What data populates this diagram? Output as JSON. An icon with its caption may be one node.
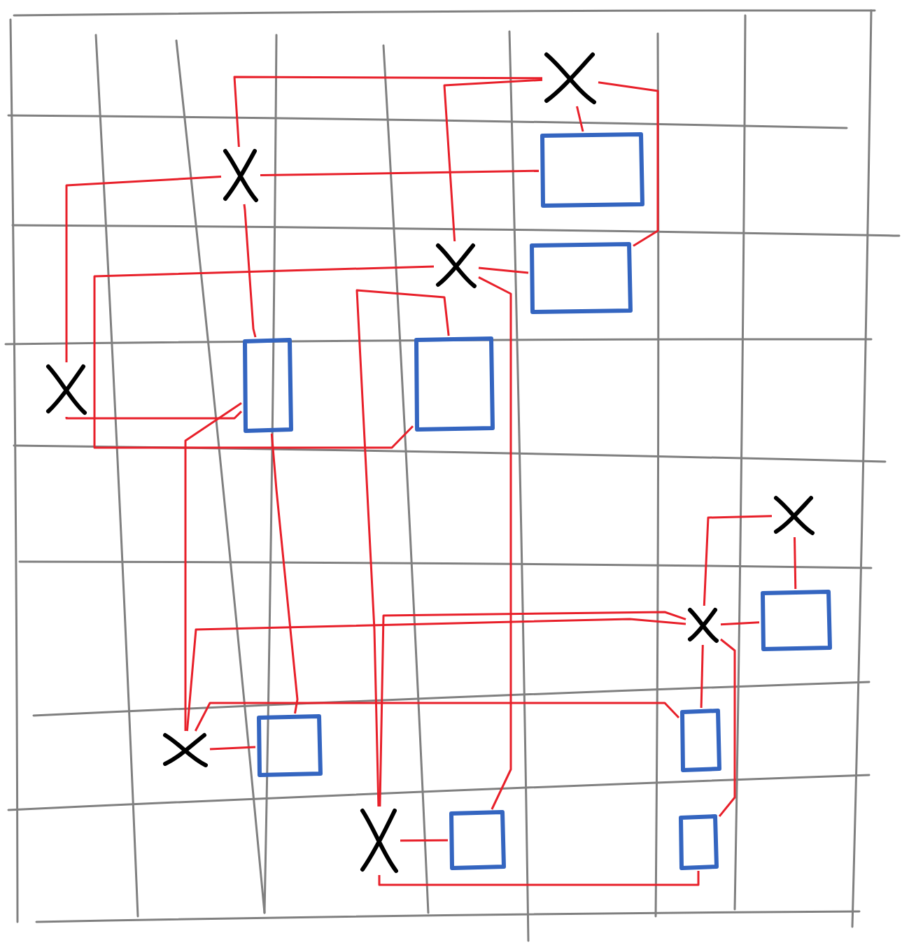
{
  "diagram": {
    "nodes": [
      {
        "text": [],
        "shape": "cross"
      },
      {
        "text": [],
        "shape": "box"
      },
      {
        "text": [],
        "shape": "cross"
      },
      {
        "text": [],
        "shape": "box"
      },
      {
        "text": [],
        "shape": "cross"
      },
      {
        "text": [],
        "shape": "box"
      },
      {
        "text": [],
        "shape": "box"
      },
      {
        "text": [],
        "shape": "cross"
      },
      {
        "text": [],
        "shape": "cross"
      },
      {
        "text": [],
        "shape": "box"
      },
      {
        "text": [],
        "shape": "cross"
      },
      {
        "text": [],
        "shape": "box"
      },
      {
        "text": [],
        "shape": "box"
      },
      {
        "text": [],
        "shape": "cross"
      },
      {
        "text": [],
        "shape": "box"
      },
      {
        "text": [],
        "shape": "cross"
      },
      {
        "text": [],
        "shape": "box"
      }
    ],
    "edges": [
      {
        "from": 0,
        "to": 2,
        "arrow": "none"
      },
      {
        "from": 0,
        "to": 1,
        "arrow": "none"
      },
      {
        "from": 0,
        "to": 3,
        "arrow": "none"
      },
      {
        "from": 0,
        "to": 4,
        "arrow": "none"
      },
      {
        "from": 2,
        "to": 1,
        "arrow": "none"
      },
      {
        "from": 2,
        "to": 7,
        "arrow": "none"
      },
      {
        "from": 7,
        "to": 5,
        "arrow": "none"
      },
      {
        "from": 2,
        "to": 5,
        "arrow": "none"
      },
      {
        "from": 4,
        "to": 3,
        "arrow": "none"
      },
      {
        "from": 4,
        "to": 6,
        "arrow": "none"
      },
      {
        "from": 4,
        "to": 14,
        "arrow": "none"
      },
      {
        "from": 5,
        "to": 13,
        "arrow": "none"
      },
      {
        "from": 5,
        "to": 11,
        "arrow": "none"
      },
      {
        "from": 13,
        "to": 11,
        "arrow": "none"
      },
      {
        "from": 13,
        "to": 12,
        "arrow": "none"
      },
      {
        "from": 13,
        "to": 10,
        "arrow": "none"
      },
      {
        "from": 6,
        "to": 15,
        "arrow": "none"
      },
      {
        "from": 15,
        "to": 10,
        "arrow": "none"
      },
      {
        "from": 15,
        "to": 14,
        "arrow": "none"
      },
      {
        "from": 15,
        "to": 16,
        "arrow": "none"
      },
      {
        "from": 10,
        "to": 8,
        "arrow": "none"
      },
      {
        "from": 10,
        "to": 9,
        "arrow": "none"
      },
      {
        "from": 10,
        "to": 12,
        "arrow": "none"
      },
      {
        "from": 10,
        "to": 16,
        "arrow": "none"
      },
      {
        "from": 8,
        "to": 9,
        "arrow": "none"
      }
    ]
  }
}
